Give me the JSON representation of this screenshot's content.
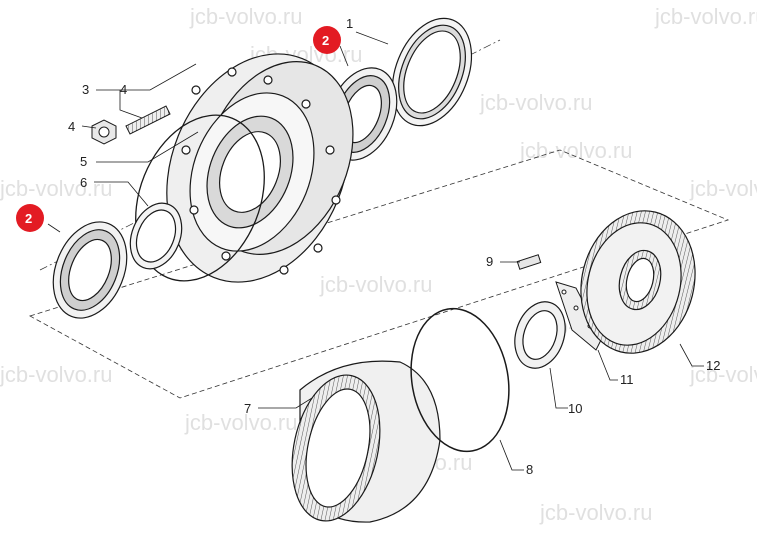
{
  "watermark": "jcb-volvo.ru",
  "colors": {
    "badge": "#e31b23",
    "line": "#1a1a1a",
    "part_fill": "#f4f4f4",
    "part_shade": "#bdbdbd"
  },
  "callouts": {
    "p1": "1",
    "p2a": "2",
    "p2b": "2",
    "p3": "3",
    "p4a": "4",
    "p4b": "4",
    "p5": "5",
    "p6": "6",
    "p7": "7",
    "p8": "8",
    "p9": "9",
    "p10": "10",
    "p11": "11",
    "p12": "12"
  }
}
